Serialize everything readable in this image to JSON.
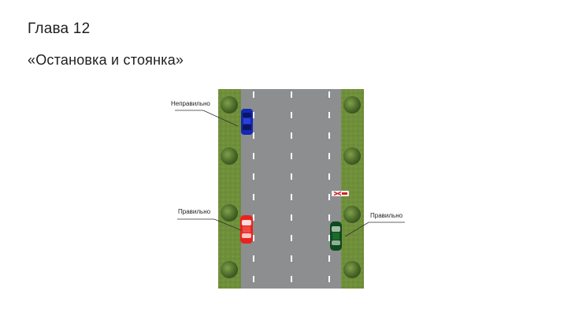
{
  "slide": {
    "chapter": "Глава 12",
    "subtitle": "«Остановка и стоянка»"
  },
  "diagram": {
    "labels": {
      "incorrect": "Неправильно",
      "correct_left": "Правильно",
      "correct_right": "Правильно"
    },
    "colors": {
      "grass": "#6f8f3a",
      "asphalt": "#8c8e90",
      "lane_marking": "#ffffff",
      "tree": "#4c6b2a",
      "car_blue": "#1428b8",
      "car_red": "#e8231d",
      "car_green": "#0e4a1c"
    }
  }
}
